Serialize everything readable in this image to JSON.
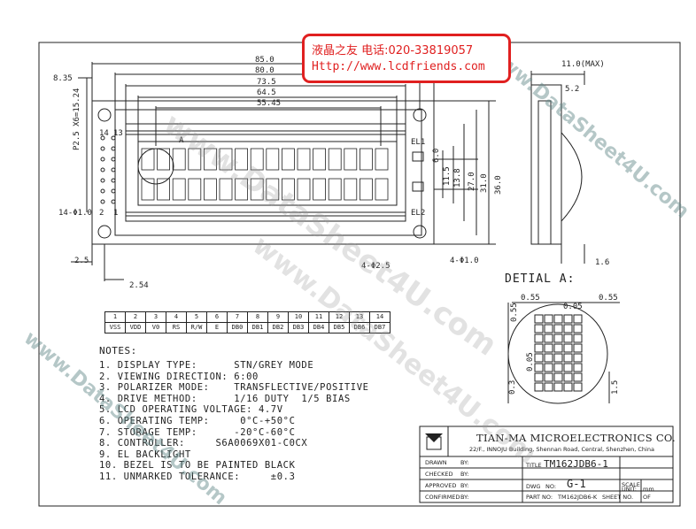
{
  "stamp": {
    "line1": "液晶之友 电话:020-33819057",
    "line2": "Http://www.lcdfriends.com"
  },
  "dimensions": {
    "d850": "85.0",
    "d800": "80.0",
    "d735": "73.5",
    "d645": "64.5",
    "d5545": "55.45",
    "d835": "8.35",
    "d25x6": "P2.5 X6=15.24",
    "d14": "14",
    "d13": "13",
    "d2": "2",
    "d1": "1",
    "dhole": "14-Φ1.0",
    "d25": "2.5",
    "d254": "2.54",
    "dA": "A",
    "d60": "6.0",
    "d115": "11.5",
    "d138": "13.8",
    "d270": "27.0",
    "d310": "31.0",
    "d360": "36.0",
    "el1": "EL1",
    "el2": "EL2",
    "d4phi25": "4-Φ2.5",
    "d4phi10": "4-Φ1.0",
    "d11max": "11.0(MAX)",
    "d52": "5.2",
    "d16": "1.6"
  },
  "detail": {
    "title": "DETIAL A:",
    "d055a": "0.55",
    "d055b": "0.55",
    "d005a": "0.05",
    "d055c": "0.55",
    "d005b": "0.05",
    "d03": "0.3",
    "d15": "1.5"
  },
  "pins": {
    "numbers": [
      "1",
      "2",
      "3",
      "4",
      "5",
      "6",
      "7",
      "8",
      "9",
      "10",
      "11",
      "12",
      "13",
      "14"
    ],
    "names": [
      "VSS",
      "VDD",
      "V0",
      "RS",
      "R/W",
      "E",
      "DB0",
      "DB1",
      "DB2",
      "DB3",
      "DB4",
      "DB5",
      "DB6",
      "DB7"
    ]
  },
  "notes": {
    "title": "NOTES:",
    "items": [
      "1. DISPLAY TYPE:      STN/GREY MODE",
      "2. VIEWING DIRECTION: 6:00",
      "3. POLARIZER MODE:    TRANSFLECTIVE/POSITIVE",
      "4. DRIVE METHOD:      1/16 DUTY  1/5 BIAS",
      "5. LCD OPERATING VOLTAGE: 4.7V",
      "6. OPERATING TEMP:     0°C-+50°C",
      "7. STORAGE TEMP:      -20°C-60°C",
      "8. CONTROLLER:     S6A0069X01-C0CX",
      "9. EL BACKLIGHT",
      "10. BEZEL IS TO BE PAINTED BLACK",
      "11. UNMARKED TOLERANCE:     ±0.3"
    ]
  },
  "titleblock": {
    "company": "TIAN-MA MICROELECTRONICS CO.",
    "address": "22/F., INNOJU Building, Shennan Road, Central, Shenzhen, China",
    "drawn": "DRAWN",
    "checked": "CHECKED",
    "approved": "APPROVED",
    "confirmed": "CONFIRMED",
    "by": "BY:",
    "title_label": "TITLE",
    "title_value": "TM162JDB6-1",
    "dwg_label": "DWG",
    "no_label": "NO:",
    "dwg_value": "G-1",
    "scale": "SCALE",
    "unit": "UNIT:",
    "unit_value": "mm",
    "part_label": "PART NO:",
    "part_value": "TM162JDB6-K",
    "sheet": "SHEET NO.",
    "sheet_value": "OF"
  },
  "watermarks": {
    "w1": "www.DataSheet4U.com",
    "w2": "www.DataSheet4U.com",
    "w3": "www.DataSheet4U.com",
    "w4": "www.DataSheet4U.com"
  }
}
